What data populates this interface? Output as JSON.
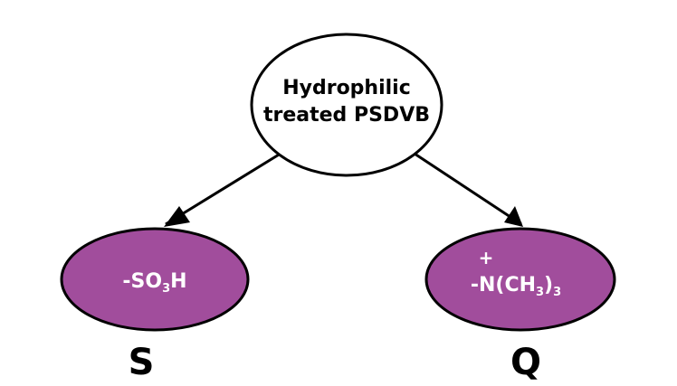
{
  "diagram": {
    "root": {
      "line1": "Hydrophilic",
      "line2": "treated PSDVB",
      "fill": "#ffffff",
      "stroke": "#000000"
    },
    "left_node": {
      "prefix": "-SO",
      "subscript": "3",
      "suffix": "H",
      "fill": "#a14d9c",
      "stroke": "#000000",
      "text_color": "#ffffff"
    },
    "right_node": {
      "charge": "+",
      "prefix": "-N(CH",
      "subscript_inner": "3",
      "close_paren": ")",
      "subscript_outer": "3",
      "fill": "#a14d9c",
      "stroke": "#000000",
      "text_color": "#ffffff"
    },
    "left_label": "S",
    "right_label": "Q",
    "arrow_color": "#000000"
  }
}
